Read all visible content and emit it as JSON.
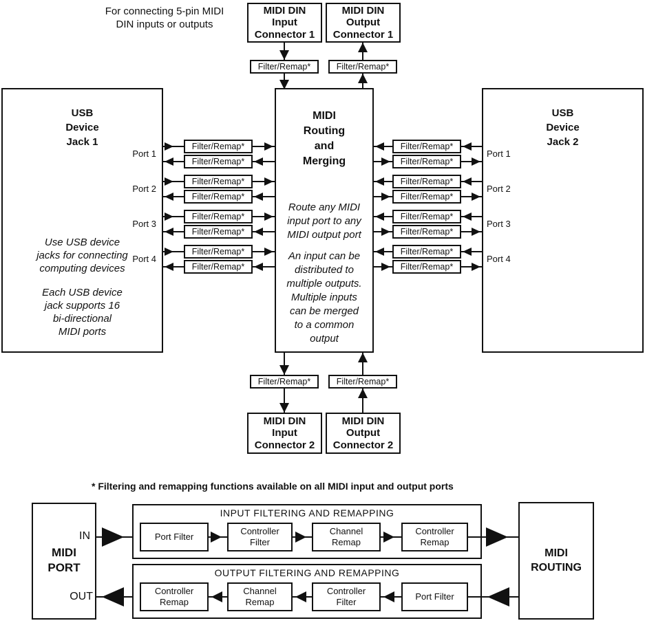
{
  "colors": {
    "ink": "#111111",
    "background": "#ffffff"
  },
  "intro_note": [
    "For connecting 5-pin MIDI",
    "DIN inputs or outputs"
  ],
  "filter_label": "Filter/Remap*",
  "ports": [
    "Port 1",
    "Port 2",
    "Port 3",
    "Port 4"
  ],
  "connectors": {
    "din_input_1": [
      "MIDI DIN",
      "Input",
      "Connector 1"
    ],
    "din_output_1": [
      "MIDI DIN",
      "Output",
      "Connector 1"
    ],
    "din_input_2": [
      "MIDI DIN",
      "Input",
      "Connector 2"
    ],
    "din_output_2": [
      "MIDI DIN",
      "Output",
      "Connector 2"
    ]
  },
  "usb_jack_1": {
    "title": [
      "USB",
      "Device",
      "Jack 1"
    ],
    "note1": [
      "Use USB device",
      "jacks for connecting",
      "computing devices"
    ],
    "note2": [
      "Each USB device",
      "jack supports 16",
      "bi-directional",
      "MIDI ports"
    ]
  },
  "usb_jack_2": {
    "title": [
      "USB",
      "Device",
      "Jack 2"
    ]
  },
  "routing": {
    "title": [
      "MIDI",
      "Routing",
      "and",
      "Merging"
    ],
    "note1": [
      "Route any MIDI",
      "input port to any",
      "MIDI output port"
    ],
    "note2": [
      "An input can be",
      "distributed to",
      "multiple outputs.",
      "Multiple inputs",
      "can be merged",
      "to a common",
      "output"
    ]
  },
  "footnote": "* Filtering and remapping functions available on all MIDI input and output ports",
  "bottom": {
    "midi_port": {
      "title": [
        "MIDI",
        "PORT"
      ],
      "in_label": "IN",
      "out_label": "OUT"
    },
    "midi_routing": {
      "title": [
        "MIDI",
        "ROUTING"
      ]
    },
    "input_chain": {
      "title": "INPUT FILTERING AND REMAPPING",
      "boxes": [
        [
          "Port Filter"
        ],
        [
          "Controller",
          "Filter"
        ],
        [
          "Channel",
          "Remap"
        ],
        [
          "Controller",
          "Remap"
        ]
      ]
    },
    "output_chain": {
      "title": "OUTPUT FILTERING AND REMAPPING",
      "boxes": [
        [
          "Controller",
          "Remap"
        ],
        [
          "Channel",
          "Remap"
        ],
        [
          "Controller",
          "Filter"
        ],
        [
          "Port Filter"
        ]
      ]
    }
  }
}
